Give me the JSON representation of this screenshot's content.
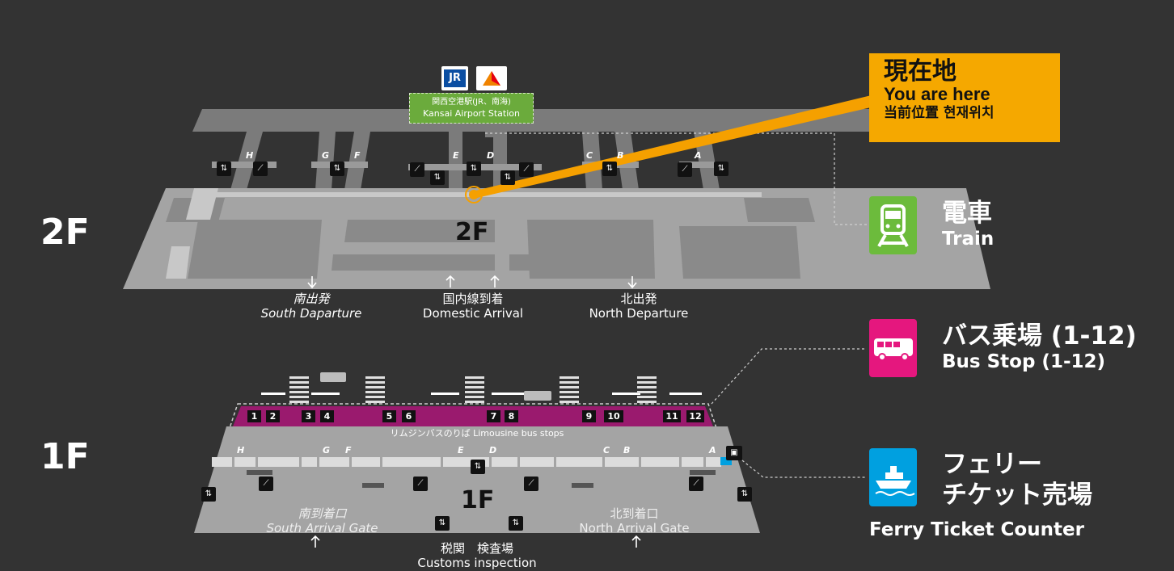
{
  "floors": {
    "upper": "2F",
    "lower": "1F"
  },
  "station": {
    "name_jp": "関西空港駅(JR、南海)",
    "name_en": "Kansai Airport Station",
    "jr_logo": "JR"
  },
  "you_are_here": {
    "jp": "現在地",
    "en": "You are here",
    "cn_kr": "当前位置 현재위치",
    "marker_color": "#f5a000"
  },
  "floor2": {
    "center_label": "2F",
    "gates": [
      "H",
      "G",
      "F",
      "E",
      "D",
      "C",
      "B",
      "A"
    ],
    "exits": [
      {
        "jp": "南出発",
        "en": "South Daparture"
      },
      {
        "jp": "国内線到着",
        "en": "Domestic Arrival"
      },
      {
        "jp": "北出発",
        "en": "North Departure"
      }
    ]
  },
  "floor1": {
    "center_label": "1F",
    "gates": [
      "H",
      "G",
      "F",
      "E",
      "D",
      "C",
      "B",
      "A"
    ],
    "bus_numbers": [
      "1",
      "2",
      "3",
      "4",
      "5",
      "6",
      "7",
      "8",
      "9",
      "10",
      "11",
      "12"
    ],
    "bus_stop_caption": "リムジンバスのりば  Limousine bus stops",
    "bus_zone_color": "#9a1a6e",
    "exits": [
      {
        "jp": "南到着口",
        "en": "South Arrival Gate"
      },
      {
        "jp": "税関　検査場",
        "en": "Customs inspection"
      },
      {
        "jp": "北到着口",
        "en": "North Arrival Gate"
      }
    ]
  },
  "legend": {
    "train": {
      "jp": "電車",
      "en": "Train",
      "color": "#6cbb3c",
      "icon": "train-icon"
    },
    "bus": {
      "jp": "バス乗場 (1-12)",
      "en": "Bus Stop (1-12)",
      "color": "#e5177e",
      "icon": "bus-icon"
    },
    "ferry": {
      "jp_line1": "フェリー",
      "jp_line2": "チケット売場",
      "en": "Ferry Ticket Counter",
      "color": "#00a0e0",
      "icon": "ship-icon"
    }
  }
}
